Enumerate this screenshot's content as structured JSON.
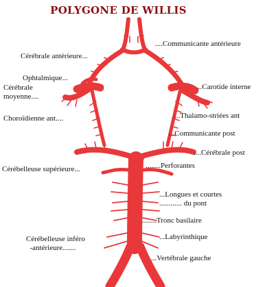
{
  "title": "POLYGONE DE WILLIS",
  "colors": {
    "vessel": "#e8383a",
    "vessel_dark": "#b81f22",
    "title": "#8b0f14",
    "label": "#111111"
  },
  "labels": {
    "communicante_anterieure": "Communicante antérieure",
    "cerebrale_anterieure": "Cérébrale antérieure",
    "ophtalmique": "Ophtalmique",
    "cerebrale_moyenne_1": "Cérébrale",
    "cerebrale_moyenne_2": "moyenne",
    "carotide_interne": "Carotide interne",
    "choroidienne_ant": "Choroïdienne ant",
    "thalamo_striees": "Thalamo-striées ant",
    "communicante_post": "Communicante post",
    "cerebrale_post": "Cérébrale post",
    "cerebelleuse_superieure": "Cérébelleuse supérieure",
    "perforantes": "Perforantes",
    "longues_courtes_1": "Longues et courtes",
    "longues_courtes_2": "du pont",
    "tronc_basilaire": "Tronc basilaire",
    "labyrinthique": "Labyrinthique",
    "cerebelleuse_inf_1": "Cérébelleuse inféro",
    "cerebelleuse_inf_2": "-antérieure",
    "vertebrale_gauche": "Vertébrale gauche"
  }
}
